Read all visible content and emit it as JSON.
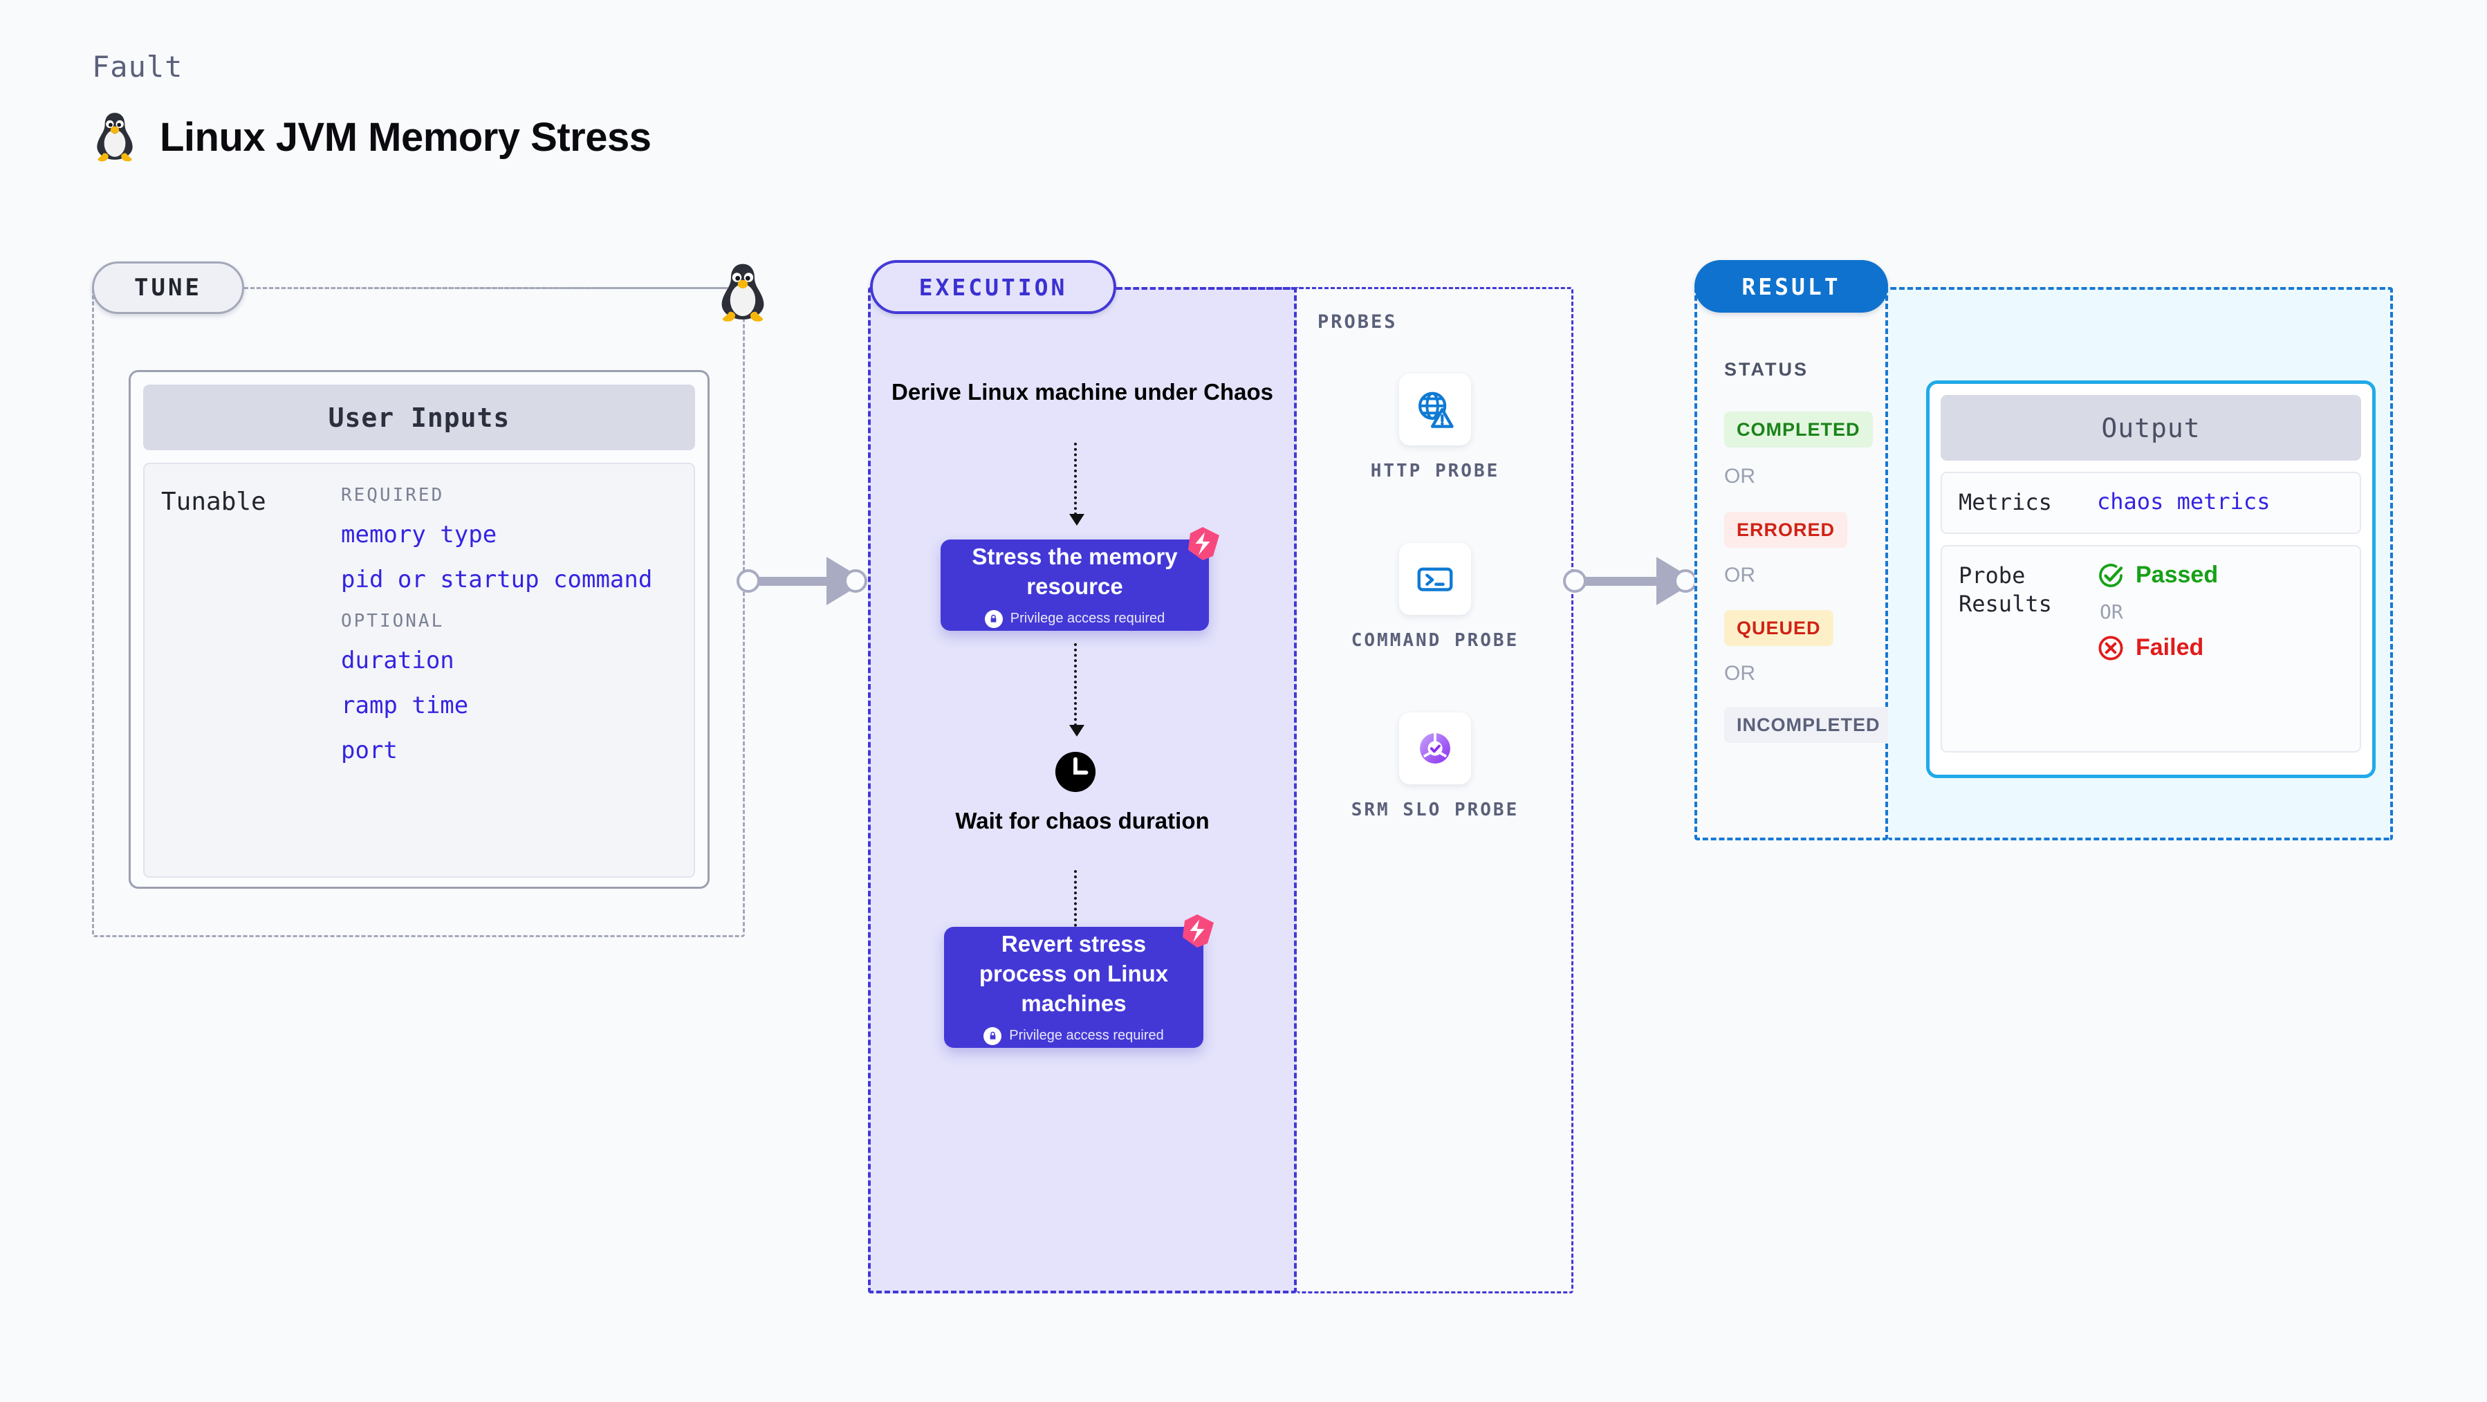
{
  "header": {
    "eyebrow": "Fault",
    "title": "Linux JVM Memory Stress",
    "os_icon": "linux-penguin-icon"
  },
  "tune": {
    "pill_label": "TUNE",
    "card_title": "User Inputs",
    "row_label": "Tunable",
    "groups": [
      {
        "title": "REQUIRED",
        "items": [
          "memory type",
          "pid or startup command"
        ]
      },
      {
        "title": "OPTIONAL",
        "items": [
          "duration",
          "ramp time",
          "port"
        ]
      }
    ]
  },
  "execution": {
    "pill_label": "EXECUTION",
    "steps": [
      {
        "kind": "text",
        "label": "Derive Linux machine under Chaos"
      },
      {
        "kind": "action",
        "label": "Stress the memory resource",
        "privilege": "Privilege access required",
        "chaos_mark": true
      },
      {
        "kind": "clock",
        "label": "Wait for chaos duration"
      },
      {
        "kind": "action",
        "label": "Revert stress process on Linux machines",
        "privilege": "Privilege access required",
        "chaos_mark": true
      }
    ]
  },
  "probes": {
    "section_label": "PROBES",
    "items": [
      {
        "name": "HTTP PROBE",
        "icon": "globe-warning-icon"
      },
      {
        "name": "COMMAND PROBE",
        "icon": "terminal-prompt-icon"
      },
      {
        "name": "SRM SLO PROBE",
        "icon": "slo-gauge-check-icon"
      }
    ]
  },
  "result": {
    "pill_label": "RESULT",
    "status_label": "STATUS",
    "or_label": "OR",
    "statuses": [
      {
        "label": "COMPLETED",
        "bg": "#e3f6e0",
        "fg": "#1a8319"
      },
      {
        "label": "ERRORED",
        "bg": "#fdecea",
        "fg": "#cf2215"
      },
      {
        "label": "QUEUED",
        "bg": "#fdf0c9",
        "fg": "#cf2215"
      },
      {
        "label": "INCOMPLETED",
        "bg": "#f0f1f6",
        "fg": "#5b607a"
      }
    ]
  },
  "output": {
    "card_title": "Output",
    "metrics_key": "Metrics",
    "metrics_value": "chaos metrics",
    "probe_results_key": "Probe Results",
    "or_label": "OR",
    "passed_label": "Passed",
    "failed_label": "Failed",
    "passed_color": "#16a116",
    "failed_color": "#e21b1b"
  },
  "colors": {
    "background": "#f8fafc",
    "execution_accent": "#4338d6",
    "execution_fill": "#e4e3fb",
    "result_accent": "#1878d4",
    "result_pill": "#0f72ce",
    "output_fill": "#ecfaff",
    "output_border": "#21a9e8",
    "tune_outline": "#a3a8b8",
    "tunable_value": "#3524e0",
    "connector": "#a9abc2",
    "chaos_pink": "#f8497f"
  }
}
